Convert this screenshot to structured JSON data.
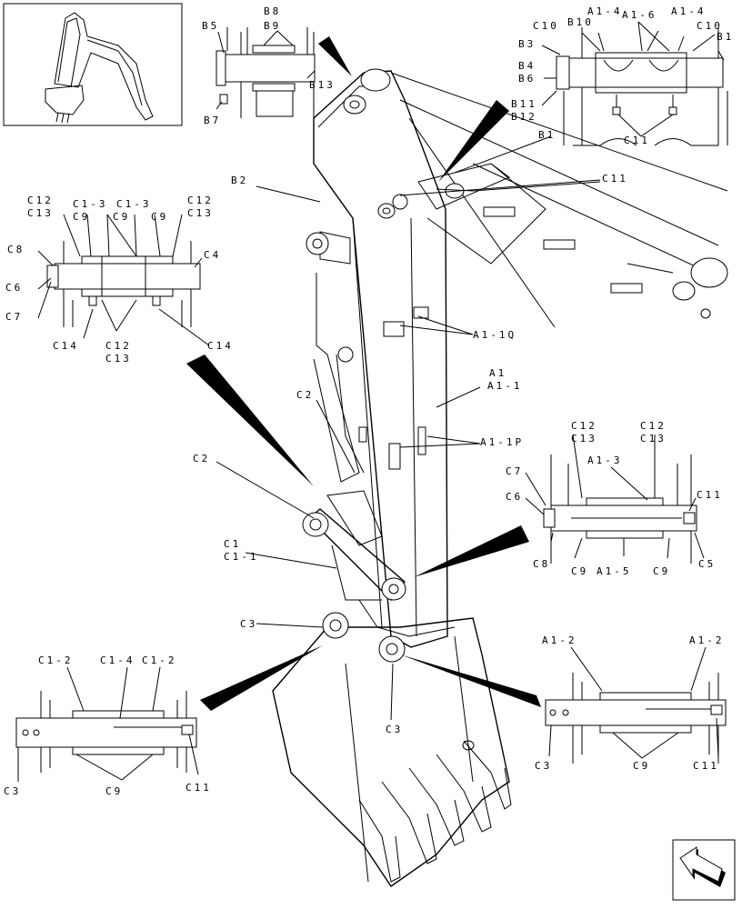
{
  "figure": {
    "labels": {
      "b5": "B5",
      "b8": "B8",
      "b9": "B9",
      "b7": "B7",
      "b13": "B13",
      "a1_4_left": "A1-4",
      "a1_4_right": "A1-4",
      "a1_6": "A1-6",
      "c10_left": "C10",
      "b10": "B10",
      "c10_right": "C10",
      "b3": "B3",
      "b1_right": "B1",
      "b4": "B4",
      "b6": "B6",
      "b11": "B11",
      "b12": "B12",
      "c11_upper": "C11",
      "b1_mid": "B1",
      "c11_mid": "C11",
      "b2": "B2",
      "c12_l1": "C12",
      "c13_l1": "C13",
      "c1_3_a": "C1-3",
      "c1_3_b": "C1-3",
      "c12_l2": "C12",
      "c13_l2": "C13",
      "c9_a": "C9",
      "c9_b": "C9",
      "c9_c": "C9",
      "c8_left": "C8",
      "c4": "C4",
      "c6_left": "C6",
      "c7_left": "C7",
      "c14_a": "C14",
      "c12_l3": "C12",
      "c13_l3": "C13",
      "c14_b": "C14",
      "a1_1q": "A1-1Q",
      "a1": "A1",
      "a1_1": "A1-1",
      "c2_upper": "C2",
      "a1_1p": "A1-1P",
      "c2_left": "C2",
      "c12_r1": "C12",
      "c13_r1": "C13",
      "c12_r2": "C12",
      "c13_r2": "C13",
      "a1_3": "A1-3",
      "c7_right": "C7",
      "c6_right": "C6",
      "c11_right": "C11",
      "c8_right": "C8",
      "c9_r1": "C9",
      "a1_5": "A1-5",
      "c9_r2": "C9",
      "c5": "C5",
      "c1": "C1",
      "c1_1": "C1-1",
      "c3_mid": "C3",
      "c1_2_a": "C1-2",
      "c1_4": "C1-4",
      "c1_2_b": "C1-2",
      "c3_lower": "C3",
      "a1_2_a": "A1-2",
      "a1_2_b": "A1-2",
      "c3_bl": "C3",
      "c9_bl": "C9",
      "c11_bl": "C11",
      "c3_br": "C3",
      "c9_br": "C9",
      "c11_br": "C11"
    },
    "icons": {
      "thumbnail": "excavator-thumbnail",
      "nav": "next-page-arrow-icon"
    }
  }
}
